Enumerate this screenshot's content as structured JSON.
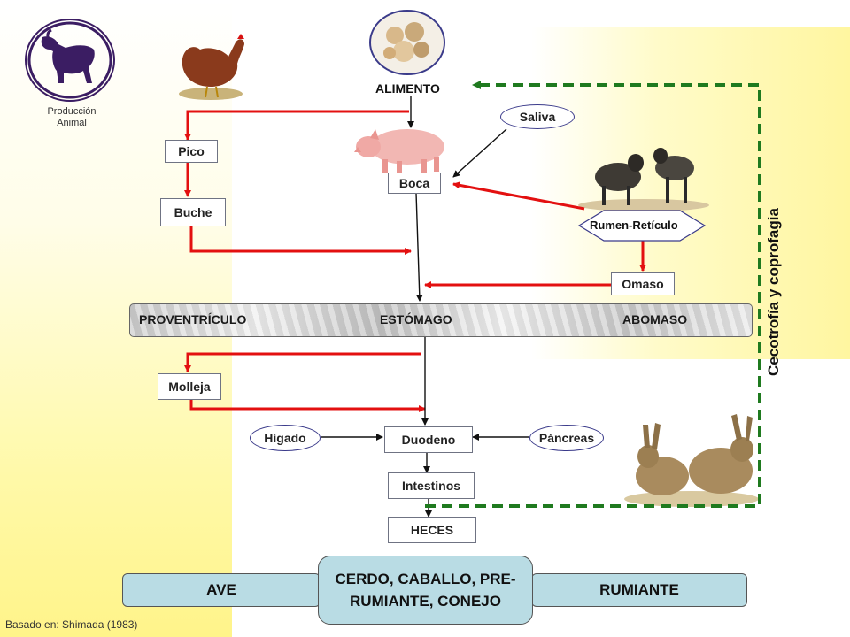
{
  "logo": {
    "caption_line1": "Producción",
    "caption_line2": "Animal"
  },
  "nodes": {
    "alimento": "ALIMENTO",
    "saliva": "Saliva",
    "pico": "Pico",
    "boca": "Boca",
    "buche": "Buche",
    "rumen": "Rumen-Retículo",
    "omaso": "Omaso",
    "molleja": "Molleja",
    "higado": "Hígado",
    "duodeno": "Duodeno",
    "pancreas": "Páncreas",
    "intestinos": "Intestinos",
    "heces": "HECES"
  },
  "stomach_band": {
    "left": "PROVENTRÍCULO",
    "center": "ESTÓMAGO",
    "right": "ABOMASO"
  },
  "side_label": "Cecotrofía y coprofagia",
  "bottom": {
    "ave": "AVE",
    "center_line1": "CERDO, CABALLO, PRE-",
    "center_line2": "RUMIANTE, CONEJO",
    "rumiante": "RUMIANTE"
  },
  "source": "Basado en: Shimada (1983)",
  "colors": {
    "red_arrow": "#e31010",
    "green_dashed": "#1f7a1f",
    "tab_fill": "#b9dce4",
    "black_arrow": "#111111"
  }
}
